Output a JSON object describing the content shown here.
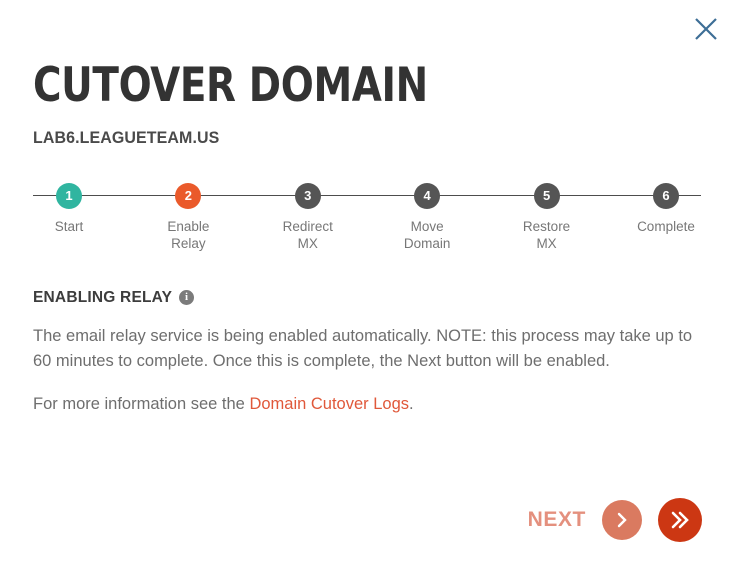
{
  "window": {
    "close_icon": "close-icon"
  },
  "header": {
    "title": "CUTOVER DOMAIN",
    "subtitle": "LAB6.LEAGUETEAM.US"
  },
  "stepper": {
    "active_step": 2,
    "colors": {
      "complete": "#30b5a0",
      "active": "#ea5a2b",
      "pending": "#555555",
      "line": "#4d4d4d"
    },
    "steps": [
      {
        "number": "1",
        "label": "Start",
        "state": "complete",
        "color": "#30b5a0"
      },
      {
        "number": "2",
        "label": "Enable\nRelay",
        "state": "active",
        "color": "#ea5a2b"
      },
      {
        "number": "3",
        "label": "Redirect\nMX",
        "state": "pending",
        "color": "#555555"
      },
      {
        "number": "4",
        "label": "Move\nDomain",
        "state": "pending",
        "color": "#555555"
      },
      {
        "number": "5",
        "label": "Restore\nMX",
        "state": "pending",
        "color": "#555555"
      },
      {
        "number": "6",
        "label": "Complete",
        "state": "pending",
        "color": "#555555"
      }
    ]
  },
  "content": {
    "section_heading": "ENABLING RELAY",
    "info_icon_glyph": "i",
    "paragraph": "The email relay service is being enabled automatically. NOTE: this process may take up to 60 minutes to complete. Once this is complete, the Next button will be enabled.",
    "more_info_prefix": "For more information see the ",
    "more_info_link": "Domain Cutover Logs",
    "more_info_suffix": "."
  },
  "footer": {
    "next_label": "NEXT",
    "next_label_color": "#e4907e",
    "next_button_color": "#da7a60",
    "skip_button_color": "#cc3713",
    "next_icon": "chevron-right-icon",
    "skip_icon": "chevron-double-right-icon"
  }
}
